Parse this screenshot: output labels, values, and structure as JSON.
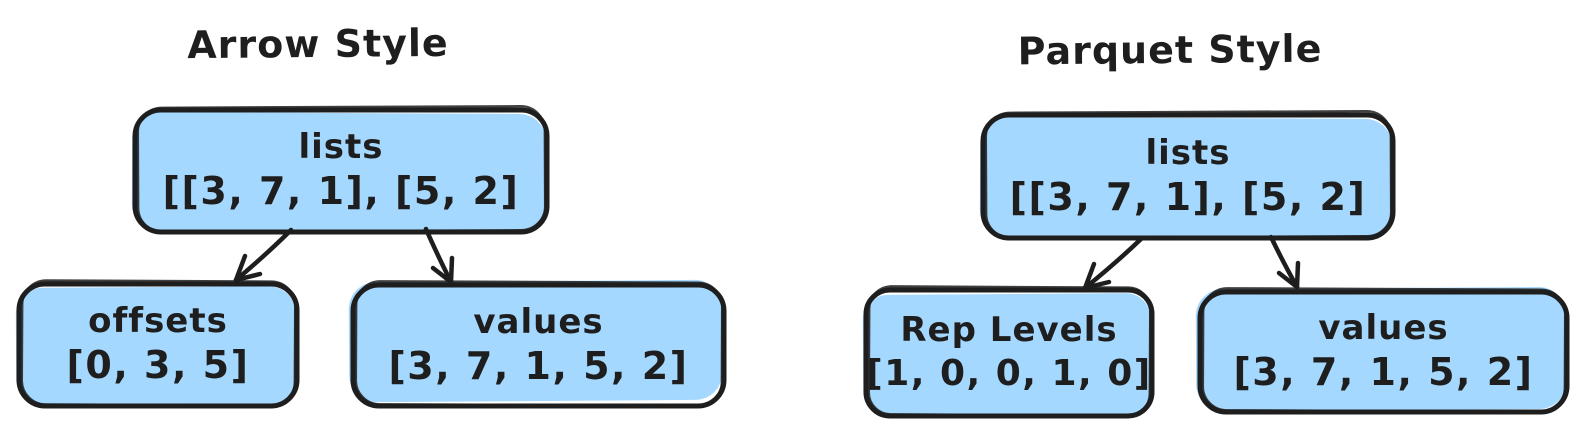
{
  "colors": {
    "background": "#ffffff",
    "box_fill": "#a5d8ff",
    "stroke": "#1e1e1e"
  },
  "diagrams": [
    {
      "title": "Arrow Style",
      "root": {
        "label": "lists",
        "value": "[[3, 7, 1], [5, 2]"
      },
      "children": [
        {
          "label": "offsets",
          "value": "[0, 3, 5]"
        },
        {
          "label": "values",
          "value": "[3, 7, 1, 5, 2]"
        }
      ],
      "edges": [
        {
          "from": "lists",
          "to": "offsets"
        },
        {
          "from": "lists",
          "to": "values"
        }
      ]
    },
    {
      "title": "Parquet Style",
      "root": {
        "label": "lists",
        "value": "[[3, 7, 1], [5, 2]"
      },
      "children": [
        {
          "label": "Rep Levels",
          "value": "[1, 0, 0, 1, 0]"
        },
        {
          "label": "values",
          "value": "[3, 7, 1, 5, 2]"
        }
      ],
      "edges": [
        {
          "from": "lists",
          "to": "Rep Levels"
        },
        {
          "from": "lists",
          "to": "values"
        }
      ]
    }
  ]
}
